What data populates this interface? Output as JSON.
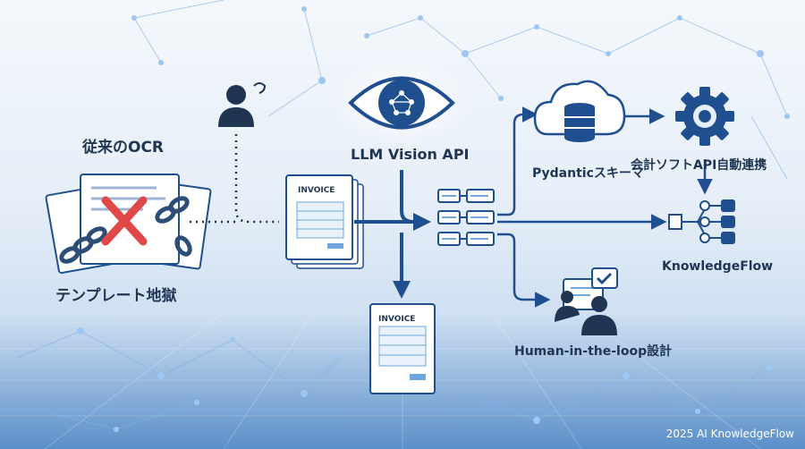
{
  "labels": {
    "ocr_title": "従来のOCR",
    "ocr_subtitle": "テンプレート地獄",
    "vision_api": "LLM Vision API",
    "schema": "Pydanticスキーマ",
    "accounting": "会計ソフトAPI自動連携",
    "knowledgeflow": "KnowledgeFlow",
    "hitl": "Human-in-the-loop設計",
    "invoice_top": "INVOICE",
    "invoice_bottom": "INVOICE",
    "credit": "2025 AI KnowledgeFlow"
  },
  "colors": {
    "primary": "#1f4f8f",
    "accent_light": "#6fa6de",
    "cross": "#e04848",
    "doc_fill": "#ffffff"
  }
}
